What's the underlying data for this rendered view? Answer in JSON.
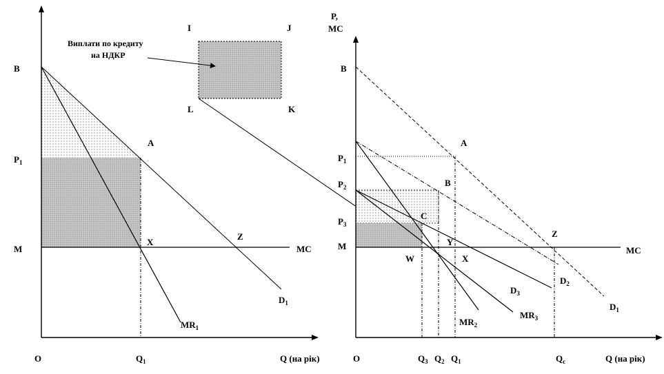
{
  "left_panel": {
    "origin": "O",
    "points": {
      "B": "B",
      "P1": "P",
      "P1_sub": "1",
      "M": "M",
      "A": "A",
      "X": "X",
      "Z": "Z",
      "I": "I",
      "J": "J",
      "L": "L",
      "K": "K"
    },
    "curves": {
      "D1": "D",
      "D1_sub": "1",
      "MR1": "MR",
      "MR1_sub": "1",
      "MC": "MC"
    },
    "x_axis": {
      "Q1": "Q",
      "Q1_sub": "1",
      "label": "Q (на рік)"
    },
    "annotation": {
      "line1": "Виплати по кредиту",
      "line2": "на НДКР"
    }
  },
  "right_panel": {
    "origin": "O",
    "y_axis_label_1": "P,",
    "y_axis_label_2": "MC",
    "points": {
      "B": "B",
      "P1": "P",
      "P1_sub": "1",
      "P2": "P",
      "P2_sub": "2",
      "P3": "P",
      "P3_sub": "3",
      "M": "M",
      "A": "A",
      "B2": "B",
      "C": "C",
      "Y": "Y",
      "W": "W",
      "X": "X",
      "Z": "Z"
    },
    "curves": {
      "MC": "MC",
      "D1": "D",
      "D1_sub": "1",
      "D2": "D",
      "D2_sub": "2",
      "D3": "D",
      "D3_sub": "3",
      "MR2": "MR",
      "MR2_sub": "2",
      "MR3": "MR",
      "MR3_sub": "3"
    },
    "x_axis": {
      "Q3": "Q",
      "Q3_sub": "3",
      "Q2": "Q",
      "Q2_sub": "2",
      "Q1": "Q",
      "Q1_sub": "1",
      "Qc": "Q",
      "Qc_sub": "c",
      "label": "Q (на рік)"
    }
  }
}
